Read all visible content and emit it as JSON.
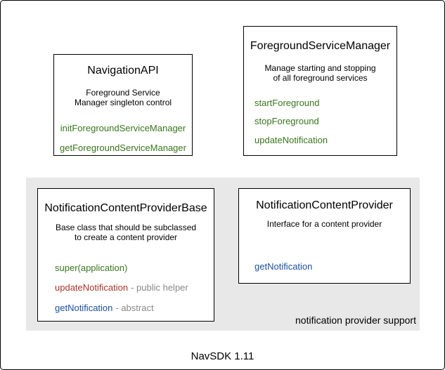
{
  "colors": {
    "method_green": "#38761d",
    "method_red": "#a8352a",
    "method_blue": "#1b4f9e",
    "annotation_gray": "#888888",
    "group_background": "#e8e8e8",
    "box_border": "#000000"
  },
  "boxes": {
    "navigation_api": {
      "title": "NavigationAPI",
      "description": "Foreground Service\nManager singleton control",
      "methods": [
        "initForegroundServiceManager",
        "getForegroundServiceManager"
      ]
    },
    "foreground_service_manager": {
      "title": "ForegroundServiceManager",
      "description": "Manage starting and stopping\nof all foreground services",
      "methods": [
        "startForeground",
        "stopForeground",
        "updateNotification"
      ]
    },
    "notification_content_provider_base": {
      "title": "NotificationContentProviderBase",
      "description": "Base class that should be subclassed\nto create a content provider",
      "methods": [
        {
          "name": "super(application)",
          "annotation": ""
        },
        {
          "name": "updateNotification",
          "annotation": "- public helper"
        },
        {
          "name": "getNotification",
          "annotation": "- abstract"
        }
      ]
    },
    "notification_content_provider": {
      "title": "NotificationContentProvider",
      "description": "Interface for a content provider",
      "methods": [
        "getNotification"
      ]
    }
  },
  "group_label": "notification provider support",
  "footer": "NavSDK 1.11"
}
